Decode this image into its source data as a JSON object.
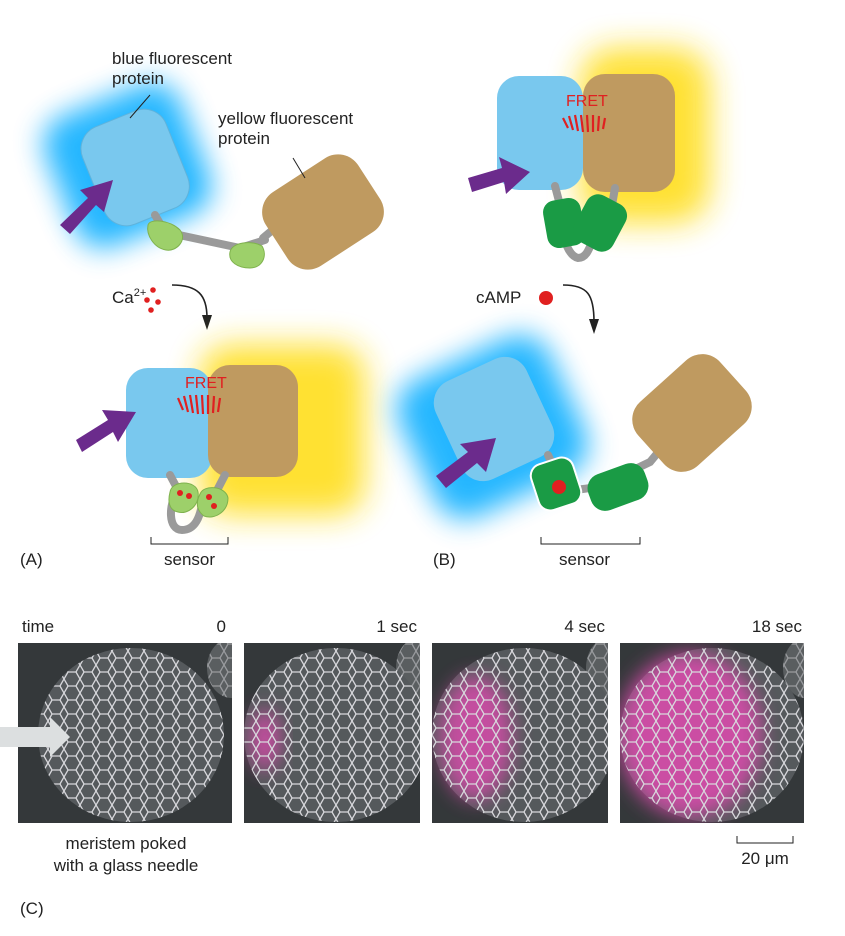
{
  "panel_a": {
    "tag": "(A)",
    "blue_label_line1": "blue fluorescent",
    "blue_label_line2": "protein",
    "yellow_label_line1": "yellow fluorescent",
    "yellow_label_line2": "protein",
    "ion": "Ca",
    "ion_charge": "2+",
    "fret": "FRET",
    "sensor": "sensor"
  },
  "panel_b": {
    "tag": "(B)",
    "fret_top": "FRET",
    "ligand": "cAMP",
    "sensor": "sensor"
  },
  "panel_c": {
    "tag": "(C)",
    "time_label": "time",
    "frames": [
      "0",
      "1 sec",
      "4 sec",
      "18 sec"
    ],
    "caption_line1": "meristem poked",
    "caption_line2": "with a glass needle",
    "scale_bar": "20 μm"
  },
  "colors": {
    "blue_protein": "#79c8ee",
    "yellow_protein": "#bf9a60",
    "ca_sensor": "#9dd06a",
    "camp_sensor": "#1a9b45",
    "arrow": "#6b2b8c",
    "fret": "#e02020",
    "ion": "#e02020"
  }
}
